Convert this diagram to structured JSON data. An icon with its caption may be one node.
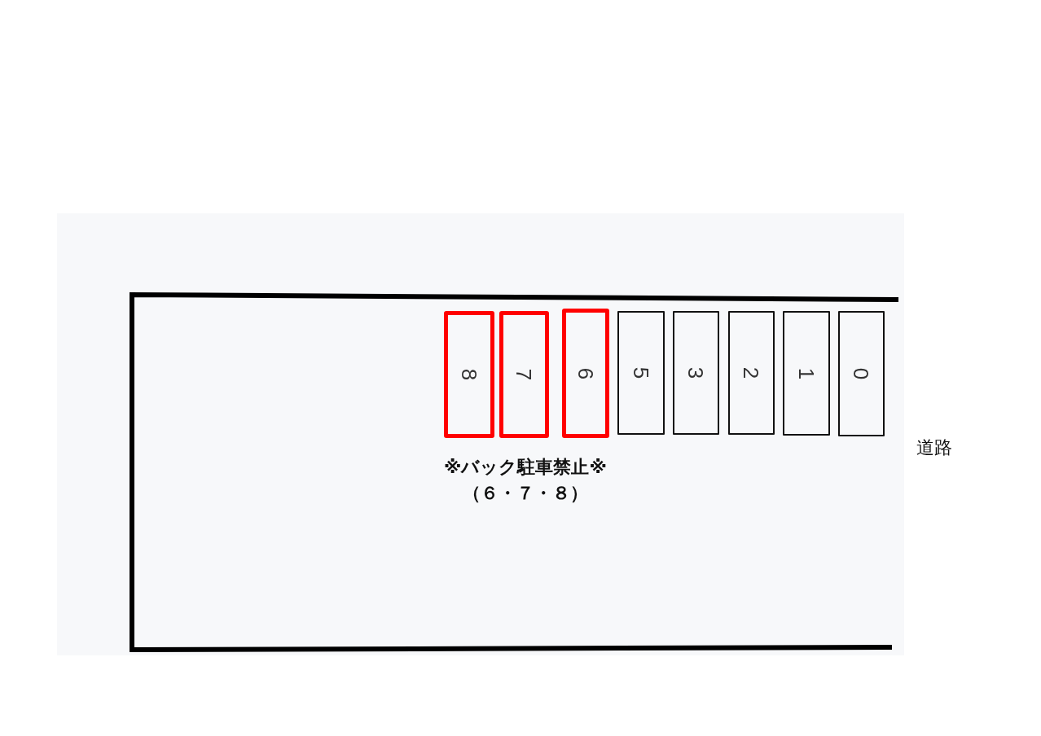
{
  "diagram": {
    "nodes": [
      {
        "text": [
          "8"
        ]
      },
      {
        "text": [
          "7"
        ]
      },
      {
        "text": [
          "6"
        ]
      },
      {
        "text": [
          "5"
        ]
      },
      {
        "text": [
          "3"
        ]
      },
      {
        "text": [
          "2"
        ]
      },
      {
        "text": [
          "1"
        ]
      },
      {
        "text": [
          "0"
        ]
      }
    ],
    "labels": [
      "※バック駐車禁止※",
      "（６・７・８）",
      "道路"
    ]
  }
}
